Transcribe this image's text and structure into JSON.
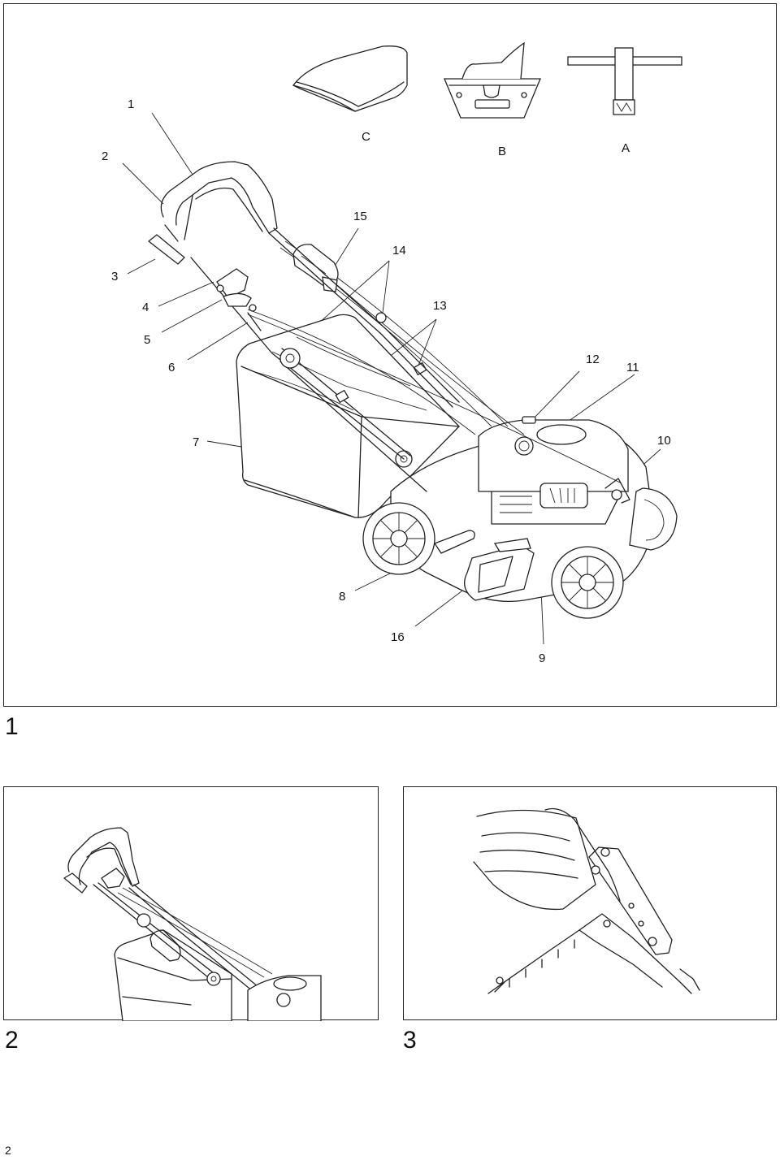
{
  "figures": {
    "fig1": {
      "number": "1",
      "callouts": [
        "1",
        "2",
        "3",
        "4",
        "5",
        "6",
        "7",
        "8",
        "9",
        "10",
        "11",
        "12",
        "13",
        "14",
        "15",
        "16"
      ],
      "accessory_labels": [
        "C",
        "B",
        "A"
      ]
    },
    "fig2": {
      "number": "2"
    },
    "fig3": {
      "number": "3"
    }
  },
  "page_number": "2"
}
